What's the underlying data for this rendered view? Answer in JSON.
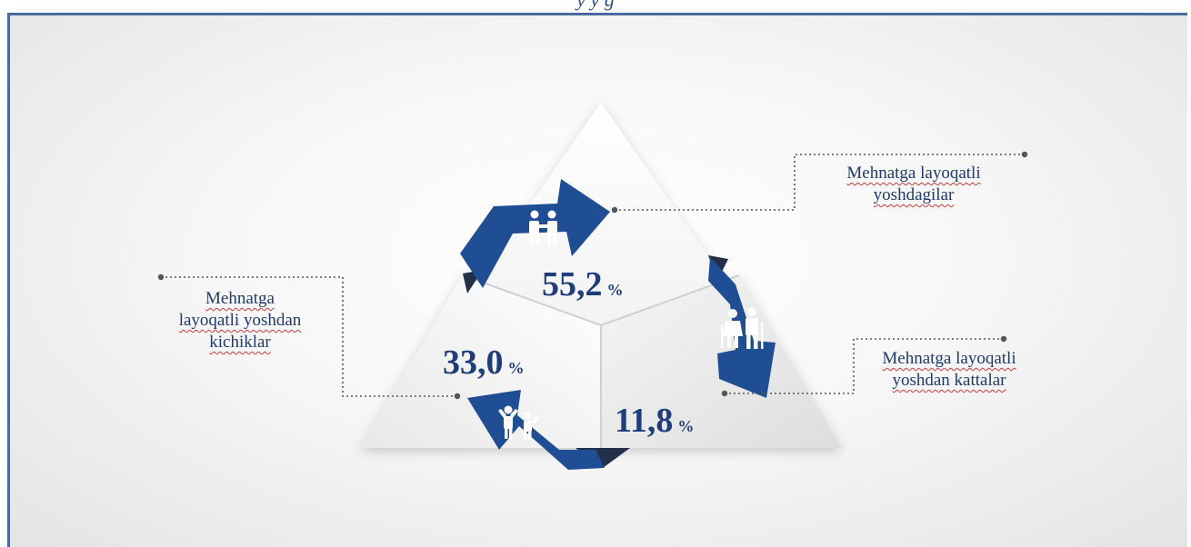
{
  "diagram": {
    "title_fragment": "y      y           g",
    "segments": [
      {
        "id": "working-age",
        "value": "55,2",
        "unit": "%",
        "label_lines": [
          "Mehnatga layoqatli",
          "yoshdagilar"
        ],
        "icon": "handshake-icon"
      },
      {
        "id": "under-working-age",
        "value": "33,0",
        "unit": "%",
        "label_lines": [
          "Mehnatga",
          "layoqatli yoshdan",
          "kichiklar"
        ],
        "icon": "children-icon"
      },
      {
        "id": "over-working-age",
        "value": "11,8",
        "unit": "%",
        "label_lines": [
          "Mehnatga layoqatli",
          "yoshdan kattalar"
        ],
        "icon": "elderly-couple-icon"
      }
    ]
  },
  "colors": {
    "accent": "#1f4e94",
    "accent_dark": "#22304a",
    "text": "#1f3d7a",
    "frame": "#4a6aa0"
  }
}
